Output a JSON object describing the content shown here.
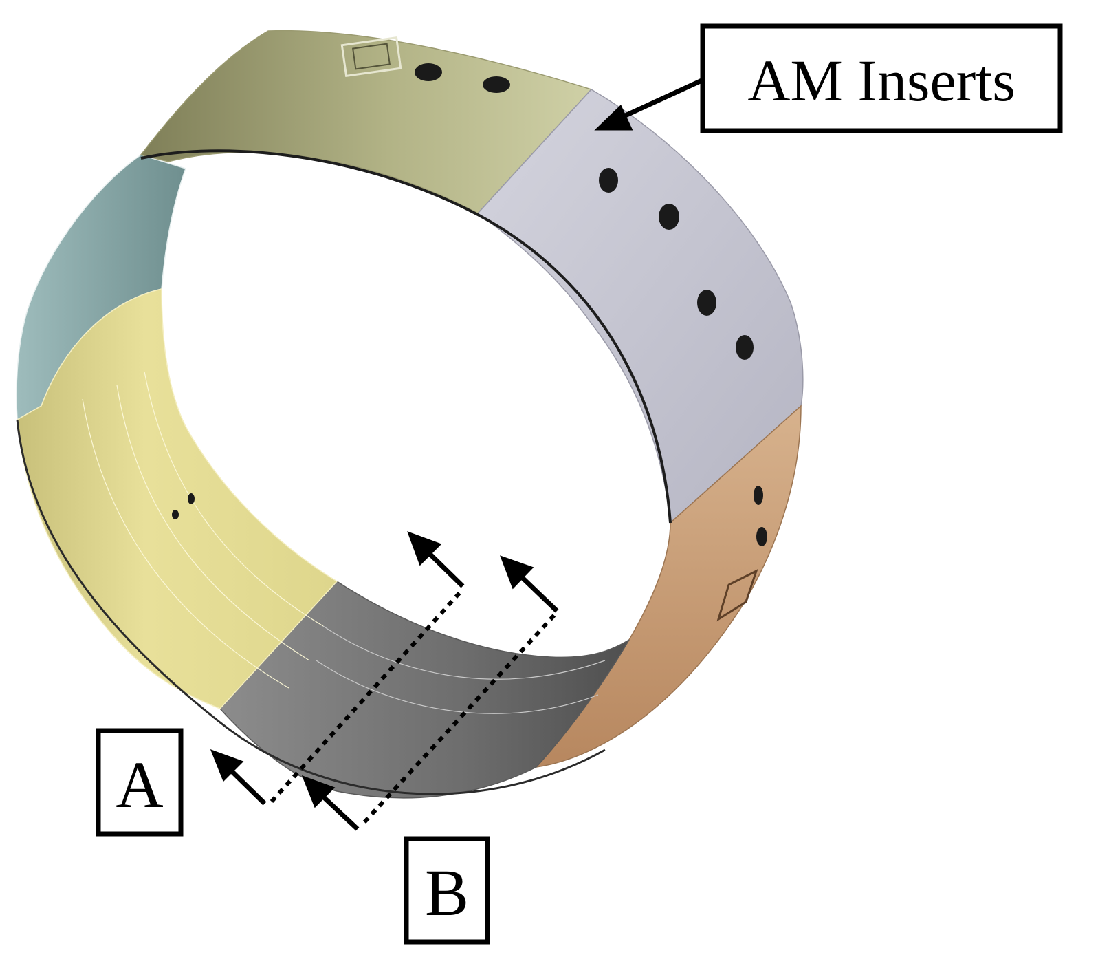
{
  "labels": {
    "inserts": "AM Inserts",
    "section_a": "A",
    "section_b": "B"
  },
  "colors": {
    "top_segment": "#b2b386",
    "right_segment": "#c4c4d0",
    "lower_right_segment": "#c8a07a",
    "bottom_segment": "#7e7e7e",
    "left_segment": "#e1d98a",
    "upper_left_segment": "#a4c2c2",
    "outline": "#000000"
  }
}
